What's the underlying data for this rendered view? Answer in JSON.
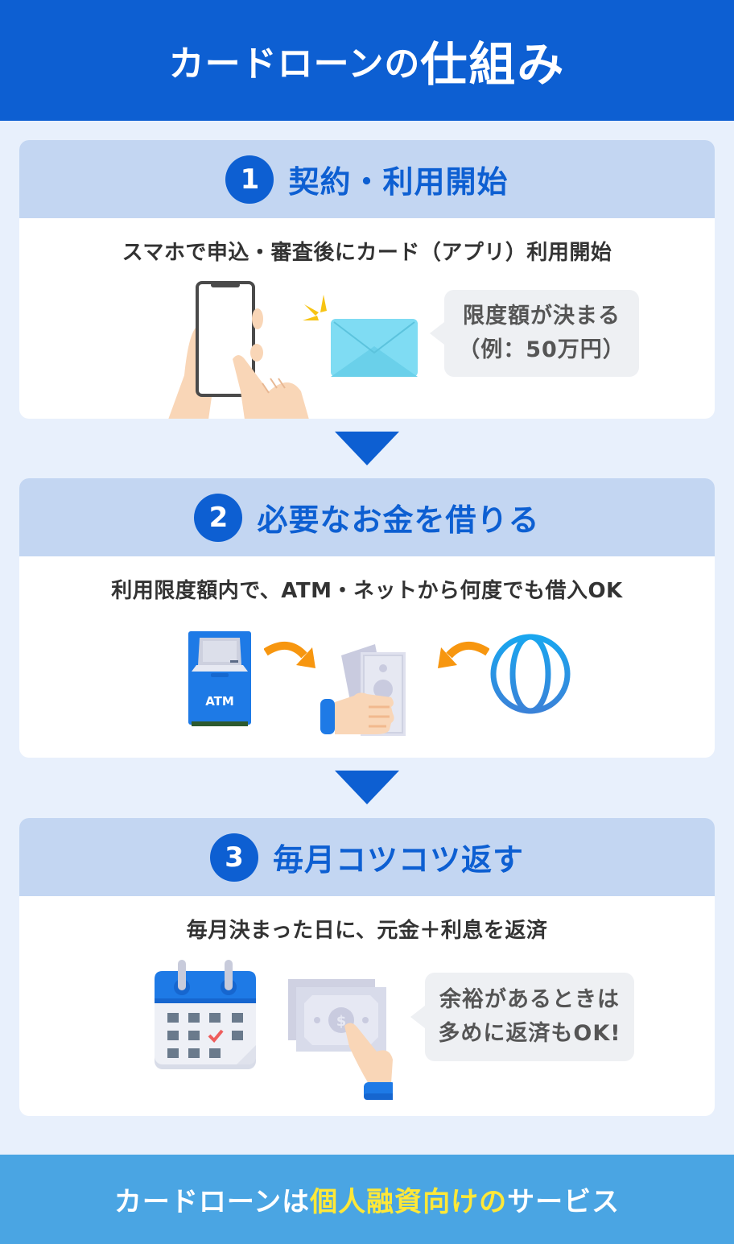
{
  "header": {
    "title_part1": "カードローンの",
    "title_part2": "仕組み",
    "bg_color": "#0d5fd2"
  },
  "steps": [
    {
      "number": "1",
      "title": "契約・利用開始",
      "description": "スマホで申込・審査後にカード（アプリ）利用開始",
      "illustrations": [
        "smartphone-hand-icon",
        "envelope-icon"
      ],
      "bubble": {
        "line1": "限度額が決まる",
        "line2": "（例：50万円）"
      }
    },
    {
      "number": "2",
      "title": "必要なお金を借りる",
      "description": "利用限度額内で、ATM・ネットから何度でも借入OK",
      "illustrations": [
        "atm-icon",
        "curved-arrow-icon",
        "cash-in-hand-icon",
        "curved-arrow-icon",
        "globe-icon"
      ],
      "atm_label": "ATM"
    },
    {
      "number": "3",
      "title": "毎月コツコツ返す",
      "description": "毎月決まった日に、元金＋利息を返済",
      "illustrations": [
        "calendar-icon",
        "cash-payment-icon"
      ],
      "bubble": {
        "line1": "余裕があるときは",
        "line2": "多めに返済もOK!"
      }
    }
  ],
  "footer": {
    "text_part1": "カードローンは",
    "text_highlight": "個人融資向けの",
    "text_part2": "サービス",
    "bg_color": "#4aa5e3",
    "highlight_color": "#ffe838"
  }
}
